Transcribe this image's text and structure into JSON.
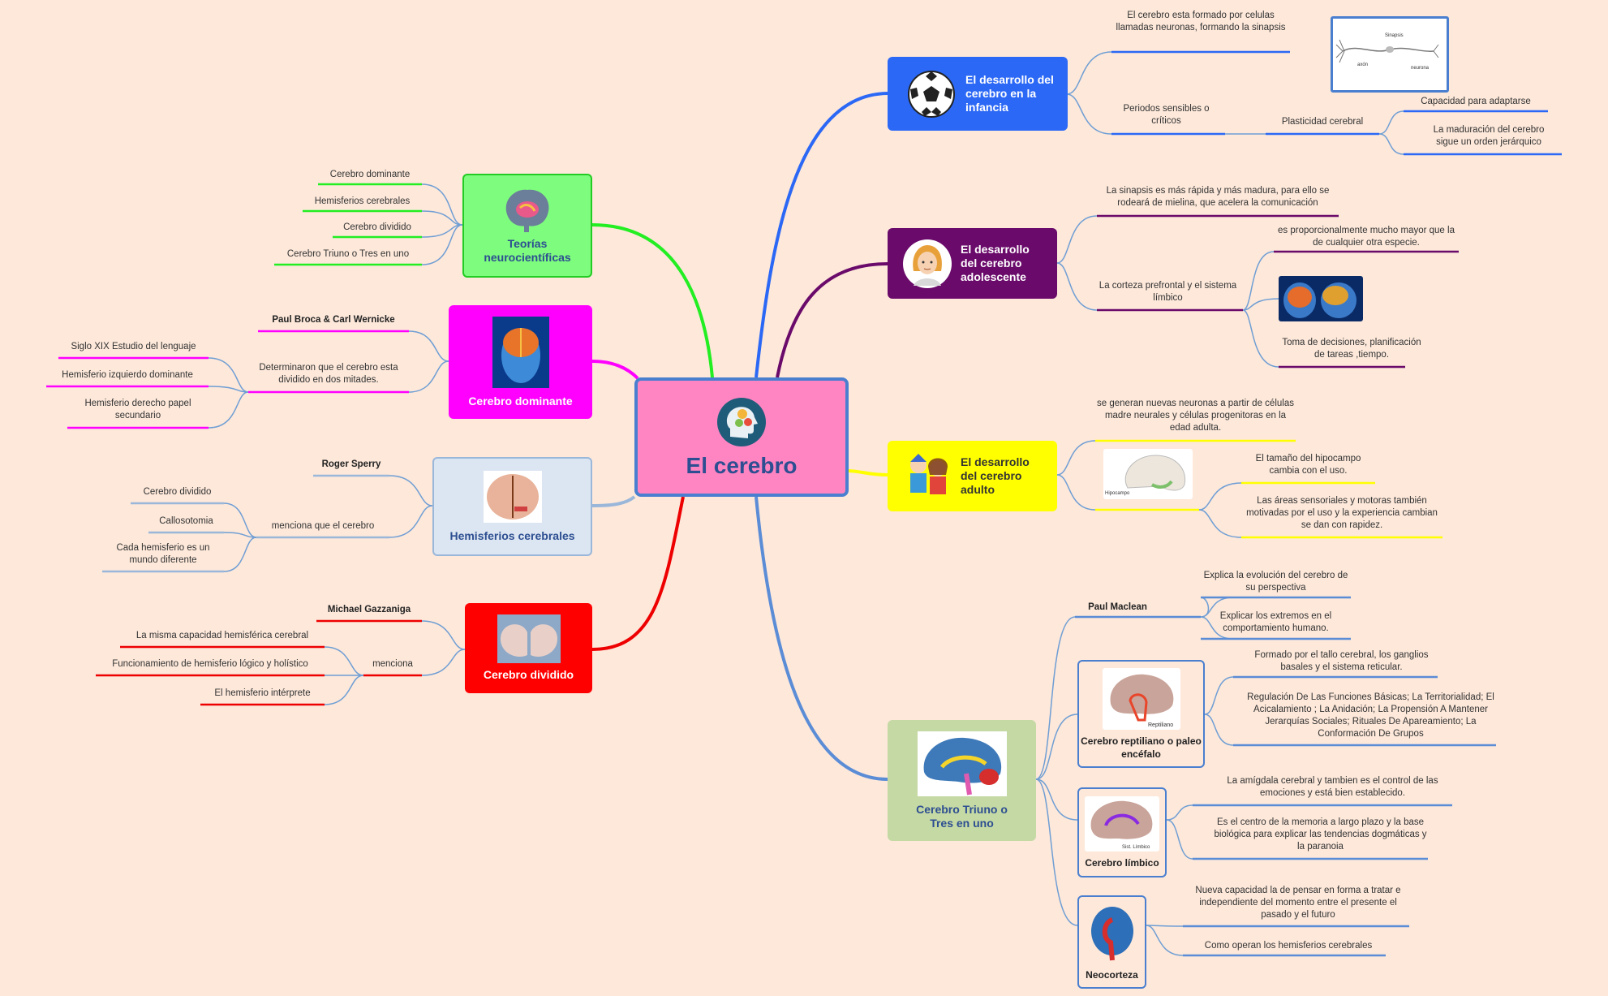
{
  "center": {
    "title": "El cerebro",
    "icon": "head-gears-icon"
  },
  "colors": {
    "background": "#fde8da",
    "center": "#ff85c2",
    "infancia": "#2b68f5",
    "adolescente": "#6a0a6a",
    "adulto": "#ffff00",
    "triuno": "#c5d9a4",
    "teorias": "#7dfc7d",
    "dominante": "#ff00ff",
    "hemisferios": "#dce6f2",
    "dividido": "#ff0000"
  },
  "infancia": {
    "title": "El desarrollo del cerebro en la infancia",
    "icon": "soccer-ball-icon",
    "synapse_note": "El cerebro esta formado por celulas llamadas neuronas, formando la sinapsis",
    "periods": "Periodos sensibles o críticos",
    "plasticity": "Plasticidad cerebral",
    "adapt": "Capacidad para adaptarse",
    "maturation": "La maduración del cerebro sigue un orden jerárquico",
    "neuron_labels": [
      "Sinapsis",
      "axón",
      "neurona"
    ]
  },
  "adolescente": {
    "title": "El desarrollo del cerebro adolescente",
    "icon": "teen-girl-icon",
    "synapse": "La sinapsis es  más rápida y más madura, para ello se rodeará de mielina, que acelera la comunicación",
    "cortex": "La corteza prefrontal y el sistema límbico",
    "proportion": "es proporcionalmente mucho mayor que la de cualquier otra especie.",
    "decisions": "Toma de decisiones, planificación de tareas ,tiempo."
  },
  "adulto": {
    "title": "El desarrollo del cerebro adulto",
    "icon": "couple-icon",
    "neurogenesis": "se generan nuevas neuronas a partir de células madre neurales y células progenitoras en la edad adulta.",
    "hippocampus": "El tamaño del hipocampo cambia con el uso.",
    "areas": "Las áreas sensoriales y motoras también motivadas por el uso y la experiencia cambian  se dan con rapidez.",
    "img_label": "Hipocampo"
  },
  "triuno": {
    "title": "Cerebro Triuno o Tres en uno",
    "maclean": "Paul Maclean",
    "evolution": "Explica la evolución del cerebro de su perspectiva",
    "extremes": "Explicar los extremos en el comportamiento humano.",
    "reptilian": "Cerebro reptiliano o paleo encéfalo",
    "reptilian_img": "Reptiliano",
    "reptilian_1": "Formado por el tallo cerebral, los ganglios basales y el sistema reticular.",
    "reptilian_2": "Regulación De Las Funciones Básicas; La Territorialidad; El Acicalamiento ; La Anidación; La Propensión A Mantener Jerarquías Sociales; Rituales De Apareamiento; La Conformación De Grupos",
    "limbic": "Cerebro límbico",
    "limbic_img": "Sist. Límbico",
    "limbic_1": "La amígdala cerebral y tambien es el control de las emociones y está bien establecido.",
    "limbic_2": "Es el centro de la memoria a largo plazo y la base biológica para explicar las tendencias dogmáticas y la paranoia",
    "neo": "Neocorteza",
    "neo_1": "Nueva capacidad la de pensar en forma a tratar e independiente del momento entre el presente el pasado y el futuro",
    "neo_2": "Como operan los hemisferios cerebrales"
  },
  "teorias": {
    "title": "Teorías neurocientíficas",
    "items": [
      "Cerebro dominante",
      "Hemisferios cerebrales",
      "Cerebro dividido",
      "Cerebro Triuno o Tres en uno"
    ]
  },
  "dominante": {
    "title": "Cerebro dominante",
    "authors": "Paul Broca  & Carl Wernicke",
    "determined": "Determinaron que el cerebro esta dividido en dos mitades.",
    "items": [
      "Siglo XIX  Estudio del lenguaje",
      "Hemisferio izquierdo dominante",
      "Hemisferio derecho papel secundario"
    ]
  },
  "hemisferios": {
    "title": "Hemisferios cerebrales",
    "author": "Roger Sperry",
    "mentions": "menciona que el cerebro",
    "items": [
      "Cerebro dividido",
      "Callosotomia",
      "Cada hemisferio es un mundo diferente"
    ]
  },
  "dividido": {
    "title": "Cerebro dividido",
    "author": "Michael Gazzaniga",
    "mentions": "menciona",
    "items": [
      "La misma capacidad hemisférica cerebral",
      "Funcionamiento de hemisferio lógico y holístico",
      "El hemisferio intérprete"
    ]
  }
}
